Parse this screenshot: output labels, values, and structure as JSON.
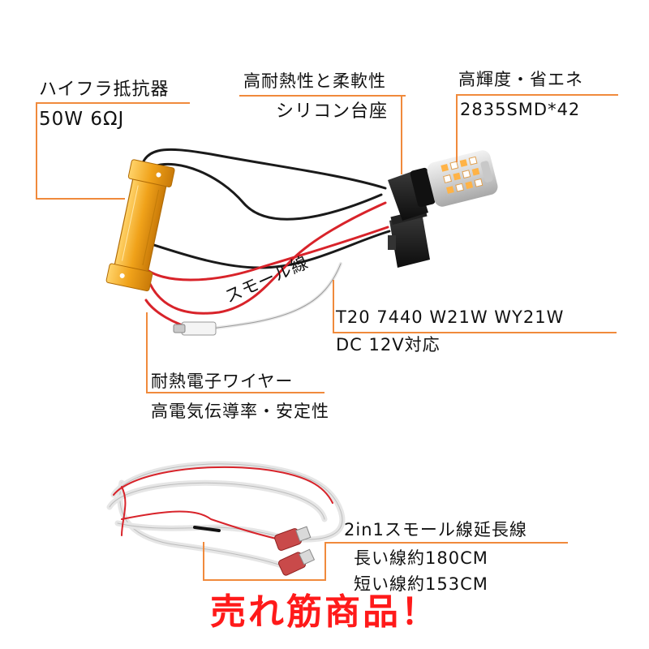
{
  "resistor": {
    "title": "ハイフラ抵抗器",
    "spec": "50W 6ΩJ"
  },
  "socket": {
    "line1": "高耐熱性と柔軟性",
    "line2": "シリコン台座"
  },
  "led": {
    "line1": "高輝度・省エネ",
    "line2": "2835SMD*42"
  },
  "small_wire_label": "スモール線",
  "compat": {
    "line1": "T20 7440 W21W WY21W",
    "line2": "DC 12V対応"
  },
  "wire": {
    "line1": "耐熱電子ワイヤー",
    "line2": "高電気伝導率・安定性"
  },
  "extension": {
    "line1": "2in1スモール線延長線",
    "line2": "長い線約180CM",
    "line3": "短い線約153CM"
  },
  "headline": "売れ筋商品！",
  "colors": {
    "accent_line": "#f08a3c",
    "headline": "#ff1a1a",
    "wire_red": "#d8232a",
    "wire_black": "#1a1a1a",
    "resistor_gold": "#f0a21a"
  }
}
